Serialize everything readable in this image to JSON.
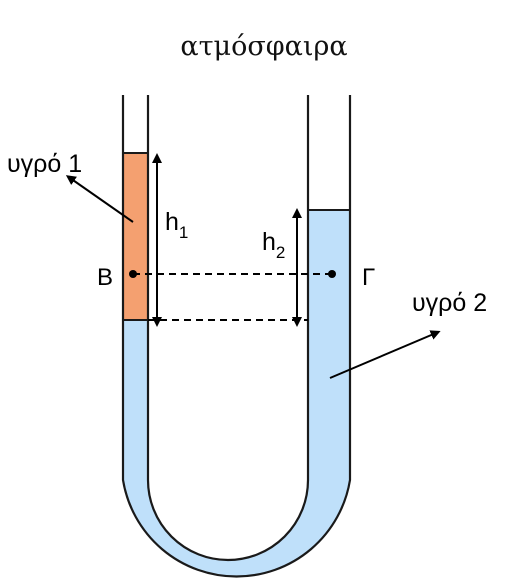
{
  "title": "ατμόσφαιρα",
  "labels": {
    "liquid1": "υγρό 1",
    "liquid2": "υγρό 2",
    "point_b": "Β",
    "point_g": "Γ",
    "h1_main": "h",
    "h1_sub": "1",
    "h2_main": "h",
    "h2_sub": "2"
  },
  "colors": {
    "liquid1": "#F4A070",
    "liquid2": "#BFE0FA",
    "tube_wall": "#1a1a1a",
    "arrows": "#000000"
  }
}
